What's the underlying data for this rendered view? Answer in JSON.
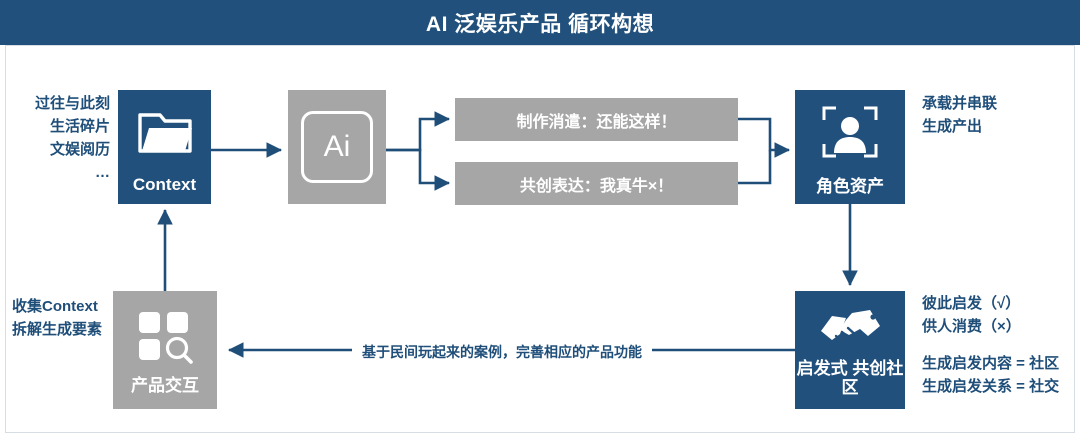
{
  "header": {
    "title": "AI 泛娱乐产品 循环构想"
  },
  "theme": {
    "navy": "#21507c",
    "gray": "#a6a6a6",
    "text_navy": "#1f4e79",
    "white": "#ffffff",
    "frame_border": "#d6dde5"
  },
  "nodes": {
    "context": {
      "label": "Context",
      "icon": "folder-icon",
      "color": "#21507c"
    },
    "ai": {
      "label": "Ai",
      "icon": "ai-badge-icon",
      "color": "#a6a6a6"
    },
    "role_asset": {
      "label": "角色资产",
      "icon": "person-portrait-icon",
      "color": "#21507c"
    },
    "product_interaction": {
      "label": "产品交互",
      "icon": "grid-search-icon",
      "color": "#a6a6a6"
    },
    "community": {
      "label": "启发式\n共创社区",
      "icon": "handshake-icon",
      "color": "#21507c"
    }
  },
  "messages": {
    "top": "制作消遣：还能这样！",
    "bottom": "共创表达：我真牛×！"
  },
  "annotations": {
    "left_top": "过往与此刻\n生活碎片\n文娱阅历\n…",
    "left_bottom": "收集Context\n拆解生成要素",
    "right_top": "承载并串联\n生成产出",
    "right_mid": "彼此启发（√）\n供人消费（×）",
    "right_bottom": "生成启发内容 = 社区\n生成启发关系 = 社交",
    "feedback": "基于民间玩起来的案例，完善相应的产品功能"
  }
}
